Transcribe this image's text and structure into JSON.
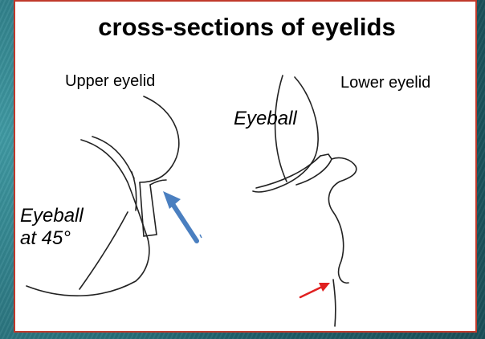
{
  "slide": {
    "title": "cross-sections of eyelids",
    "upper_label": "Upper eyelid",
    "lower_label": "Lower eyelid",
    "eyeball_right": "Eyeball",
    "eyeball_left_line1": "Eyeball",
    "eyeball_left_line2": "at 45°"
  },
  "colors": {
    "border": "#c0392b",
    "blue_arrow": "#4a7fc0",
    "red_arrow": "#e02020",
    "background": "#2c7c86"
  },
  "icons": {
    "blue_arrow": "arrow-up-left-icon",
    "red_arrow": "arrow-up-right-icon"
  }
}
